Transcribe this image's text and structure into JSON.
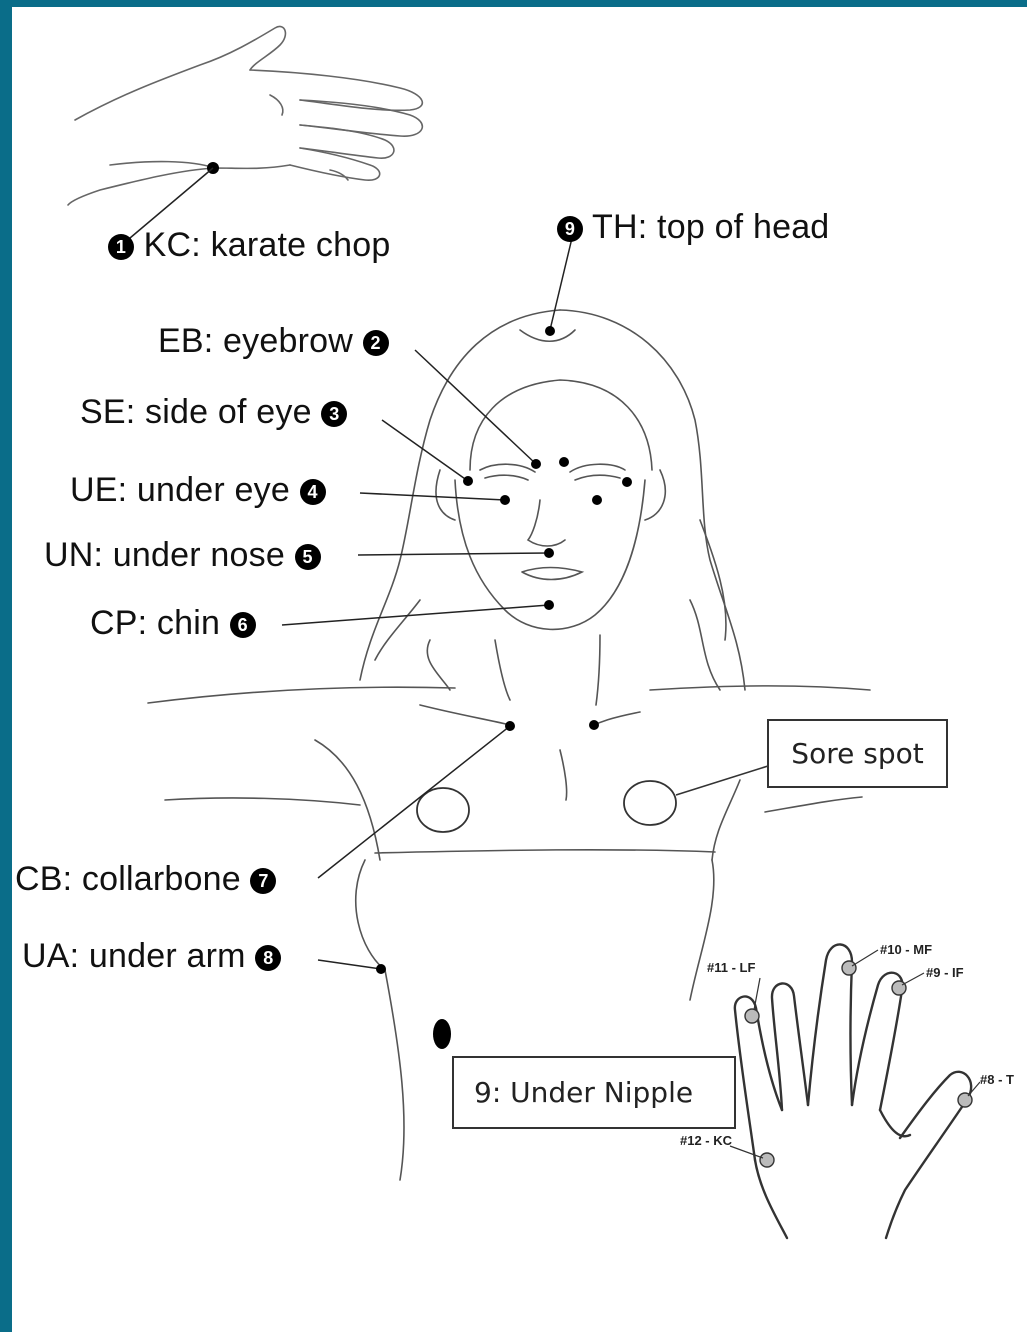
{
  "points": [
    {
      "num": "1",
      "text": "KC: karate chop"
    },
    {
      "num": "2",
      "text": "EB: eyebrow"
    },
    {
      "num": "3",
      "text": "SE: side of eye"
    },
    {
      "num": "4",
      "text": "UE: under eye"
    },
    {
      "num": "5",
      "text": "UN: under nose"
    },
    {
      "num": "6",
      "text": "CP: chin"
    },
    {
      "num": "7",
      "text": "CB: collarbone"
    },
    {
      "num": "8",
      "text": "UA: under arm"
    },
    {
      "num": "9",
      "text": "TH: top of head"
    }
  ],
  "callouts": {
    "sore_spot": "Sore spot",
    "under_nipple": "9: Under Nipple"
  },
  "finger_points": {
    "lf": "#11 - LF",
    "mf": "#10 - MF",
    "if": "#9 - IF",
    "th": "#8 - T",
    "kc": "#12 - KC"
  },
  "colors": {
    "frame": "#0a6d89",
    "ink": "#111111",
    "marker": "#000000"
  }
}
